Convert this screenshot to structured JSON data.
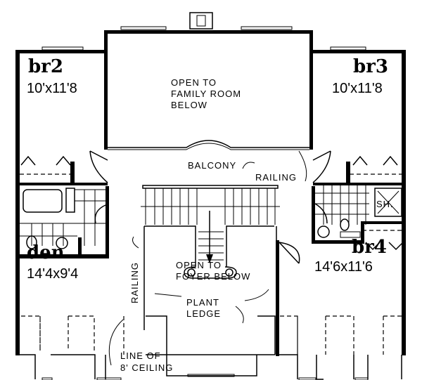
{
  "rooms": {
    "br2": {
      "name": "br2",
      "size": "10'x11'8"
    },
    "br3": {
      "name": "br3",
      "size": "10'x11'8"
    },
    "br4": {
      "name": "br4",
      "size": "14'6x11'6"
    },
    "den": {
      "name": "den",
      "size": "14'4x9'4"
    }
  },
  "labels": {
    "family_1": "OPEN TO",
    "family_2": "FAMILY ROOM",
    "family_3": "BELOW",
    "balcony": "BALCONY",
    "railing_top": "RAILING",
    "railing_left": "RAILING",
    "foyer_1": "OPEN TO",
    "foyer_2": "FOYER BELOW",
    "plant_1": "PLANT",
    "plant_2": "LEDGE",
    "shower": "SH.",
    "ceiling_1": "LINE OF",
    "ceiling_2": "8' CEILING"
  }
}
